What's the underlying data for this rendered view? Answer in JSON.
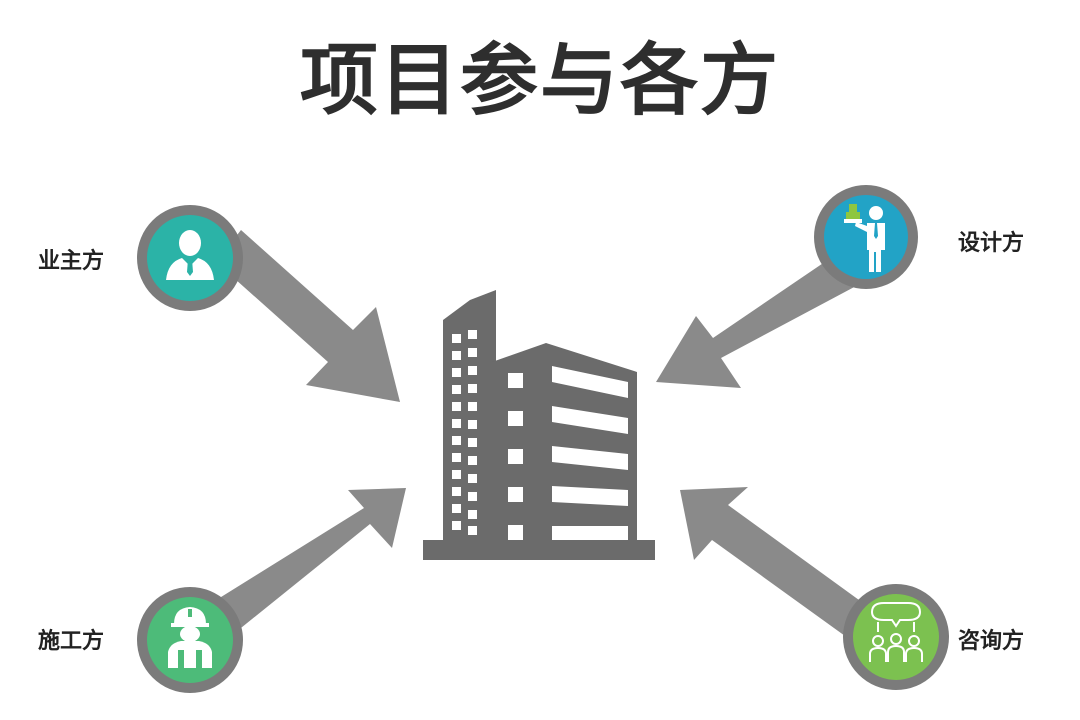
{
  "title": "项目参与各方",
  "colors": {
    "arrow": "#8a8a8a",
    "ring": "#7b7b7b",
    "building": "#6b6b6b",
    "owner": "#2bb3a7",
    "designer": "#22a3c6",
    "constructor": "#4dbb79",
    "consultant": "#7cc150"
  },
  "parties": {
    "owner": {
      "label": "业主方",
      "icon": "businessman-icon"
    },
    "designer": {
      "label": "设计方",
      "icon": "architect-presenting-icon"
    },
    "constructor": {
      "label": "施工方",
      "icon": "construction-worker-icon"
    },
    "consultant": {
      "label": "咨询方",
      "icon": "consulting-team-icon"
    }
  },
  "center": {
    "icon": "office-building-icon"
  }
}
